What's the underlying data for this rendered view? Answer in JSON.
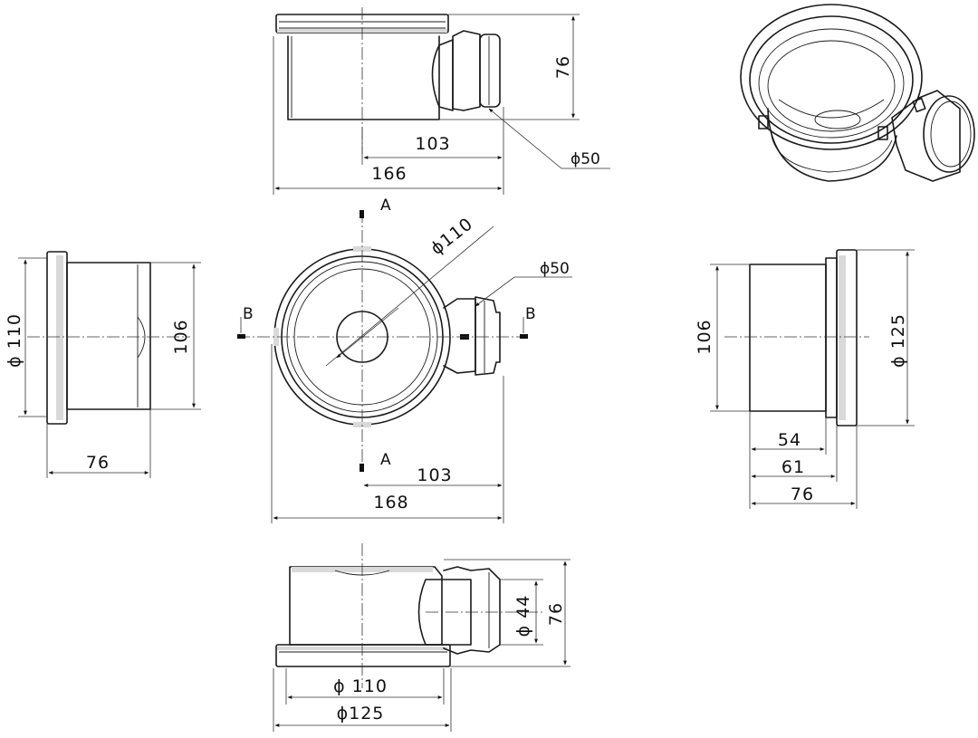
{
  "top_view": {
    "height": "76",
    "outlet_offset": "103",
    "overall_width": "166",
    "outlet_diameter": "ϕ50"
  },
  "plan_view": {
    "body_diameter": "ϕ110",
    "outlet_diameter": "ϕ50",
    "section_a": "A",
    "section_b": "B",
    "outlet_offset": "103",
    "overall_width": "168"
  },
  "left_view": {
    "body_diameter": "ϕ 110",
    "flange_height": "106",
    "depth": "76"
  },
  "right_view": {
    "height": "106",
    "flange_diameter": "ϕ 125",
    "depth_54": "54",
    "depth_61": "61",
    "depth_76": "76"
  },
  "bottom_view": {
    "outlet_diameter": "ϕ 44",
    "height": "76",
    "body_diameter": "ϕ 110",
    "flange_diameter": "ϕ125"
  }
}
